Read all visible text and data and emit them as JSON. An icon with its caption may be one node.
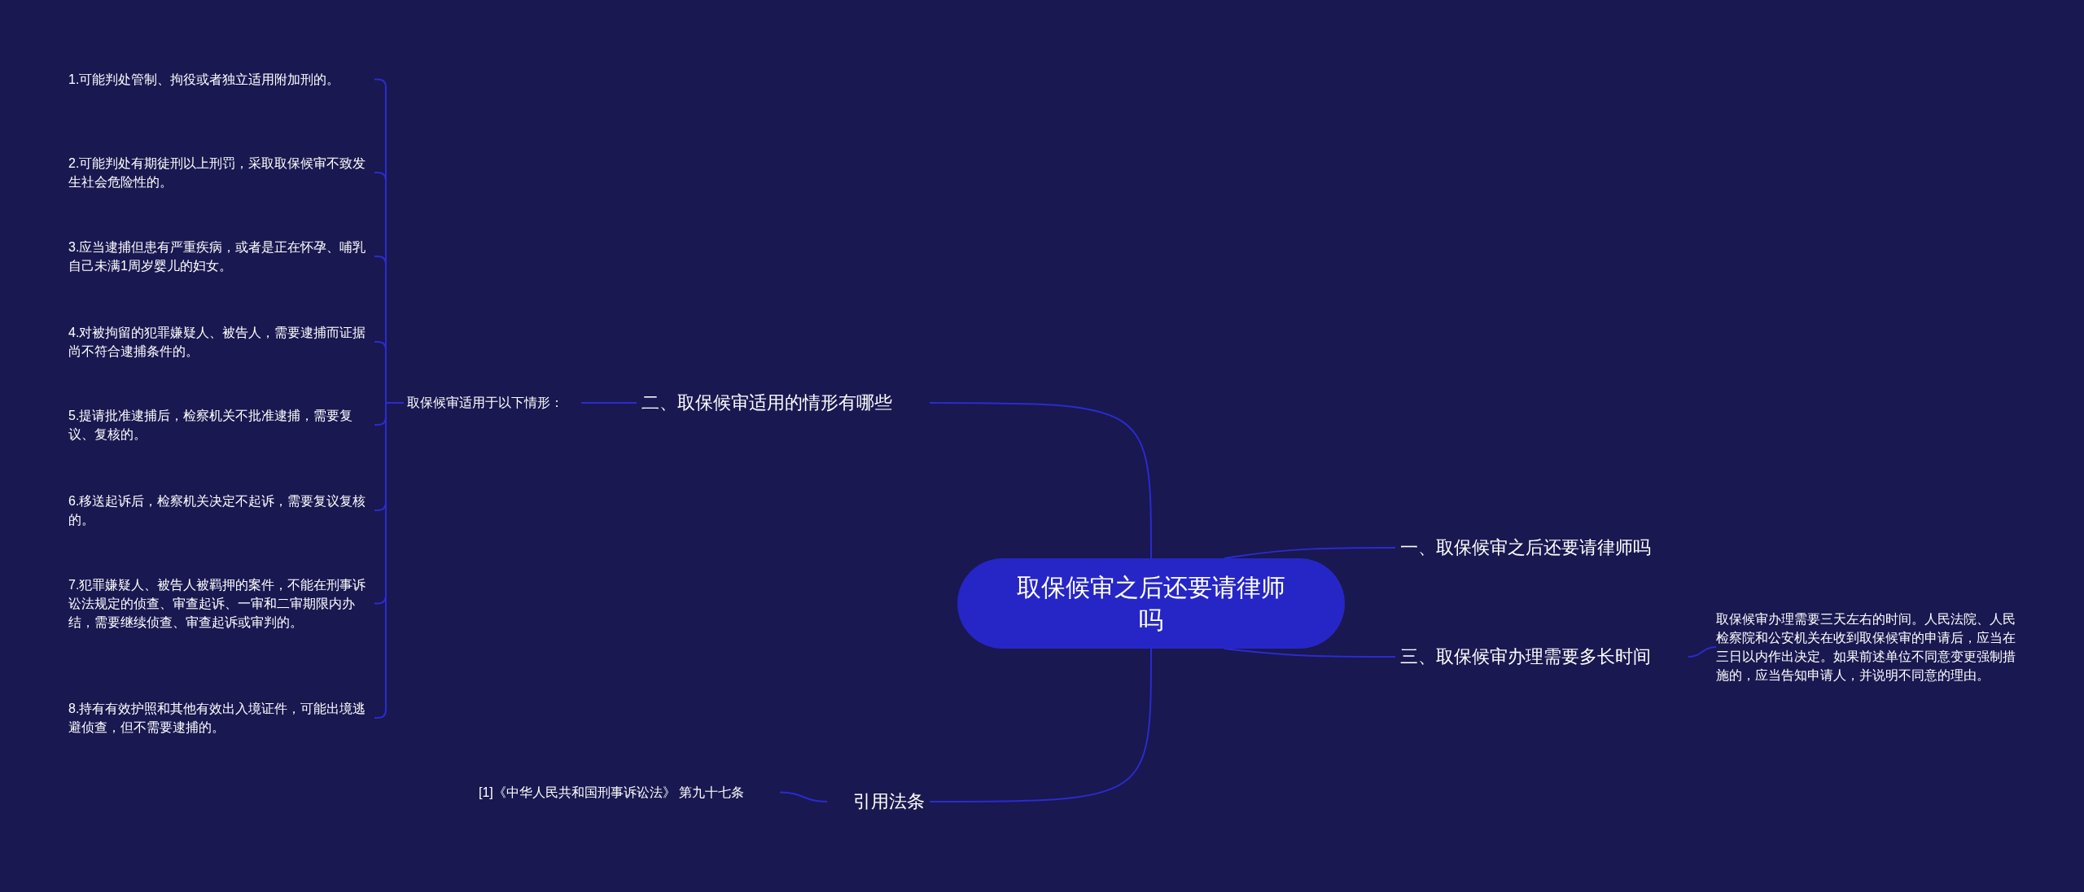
{
  "diagram": {
    "nodes": [
      {
        "text": [
          "取保候审之后还要请律师吗"
        ]
      },
      {
        "text": [
          "一、取保候审之后还要请律师吗"
        ]
      },
      {
        "text": [
          "二、取保候审适用的情形有哪些"
        ]
      },
      {
        "text": [
          "取保候审适用于以下情形："
        ]
      },
      {
        "text": [
          "1.可能判处管制、拘役或者独立适用附加刑的。"
        ]
      },
      {
        "text": [
          "2.可能判处有期徒刑以上刑罚，采取取保候审不致发生社会危险性的。"
        ]
      },
      {
        "text": [
          "3.应当逮捕但患有严重疾病，或者是正在怀孕、哺乳自己未满1周岁婴儿的妇女。"
        ]
      },
      {
        "text": [
          "4.对被拘留的犯罪嫌疑人、被告人，需要逮捕而证据尚不符合逮捕条件的。"
        ]
      },
      {
        "text": [
          "5.提请批准逮捕后，检察机关不批准逮捕，需要复议、复核的。"
        ]
      },
      {
        "text": [
          "6.移送起诉后，检察机关决定不起诉，需要复议复核的。"
        ]
      },
      {
        "text": [
          "7.犯罪嫌疑人、被告人被羁押的案件，不能在刑事诉讼法规定的侦查、审查起诉、一审和二审期限内办结，需要继续侦查、审查起诉或审判的。"
        ]
      },
      {
        "text": [
          "8.持有有效护照和其他有效出入境证件，可能出境逃避侦查，但不需要逮捕的。"
        ]
      },
      {
        "text": [
          "三、取保候审办理需要多长时间"
        ]
      },
      {
        "text": [
          "取保候审办理需要三天左右的时间。人民法院、人民检察院和公安机关在收到取保候审的申请后，应当在三日以内作出决定。如果前述单位不同意变更强制措施的，应当告知申请人，并说明不同意的理由。"
        ]
      },
      {
        "text": [
          "引用法条"
        ]
      },
      {
        "text": [
          "[1]《中华人民共和国刑事诉讼法》 第九十七条"
        ]
      }
    ],
    "edges": [
      {
        "from": 0,
        "to": 1,
        "arrow": "none"
      },
      {
        "from": 0,
        "to": 2,
        "arrow": "none"
      },
      {
        "from": 2,
        "to": 3,
        "arrow": "none"
      },
      {
        "from": 3,
        "to": 4,
        "arrow": "none"
      },
      {
        "from": 3,
        "to": 5,
        "arrow": "none"
      },
      {
        "from": 3,
        "to": 6,
        "arrow": "none"
      },
      {
        "from": 3,
        "to": 7,
        "arrow": "none"
      },
      {
        "from": 3,
        "to": 8,
        "arrow": "none"
      },
      {
        "from": 3,
        "to": 9,
        "arrow": "none"
      },
      {
        "from": 3,
        "to": 10,
        "arrow": "none"
      },
      {
        "from": 3,
        "to": 11,
        "arrow": "none"
      },
      {
        "from": 0,
        "to": 12,
        "arrow": "none"
      },
      {
        "from": 12,
        "to": 13,
        "arrow": "none"
      },
      {
        "from": 0,
        "to": 14,
        "arrow": "none"
      },
      {
        "from": 14,
        "to": 15,
        "arrow": "none"
      }
    ]
  }
}
